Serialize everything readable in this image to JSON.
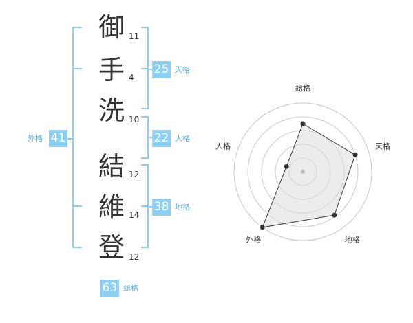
{
  "characters": [
    {
      "char": "御",
      "strokes": "11"
    },
    {
      "char": "手",
      "strokes": "4"
    },
    {
      "char": "洗",
      "strokes": "10"
    },
    {
      "char": "結",
      "strokes": "12"
    },
    {
      "char": "維",
      "strokes": "14"
    },
    {
      "char": "登",
      "strokes": "12"
    }
  ],
  "kaku": {
    "tenkaku": {
      "value": "25",
      "label": "天格"
    },
    "jinkaku": {
      "value": "22",
      "label": "人格"
    },
    "chikaku": {
      "value": "38",
      "label": "地格"
    },
    "gaikaku": {
      "value": "41",
      "label": "外格"
    },
    "soukaku": {
      "value": "63",
      "label": "総格"
    }
  },
  "colors": {
    "accent": "#8ad0f4",
    "accent_text": "#5aaee0"
  },
  "chart_data": {
    "type": "radar",
    "axes": [
      "総格",
      "天格",
      "地格",
      "外格",
      "人格"
    ],
    "values": [
      0.7,
      0.8,
      0.78,
      1.0,
      0.25
    ],
    "rings": 5,
    "range": [
      0,
      1
    ]
  }
}
